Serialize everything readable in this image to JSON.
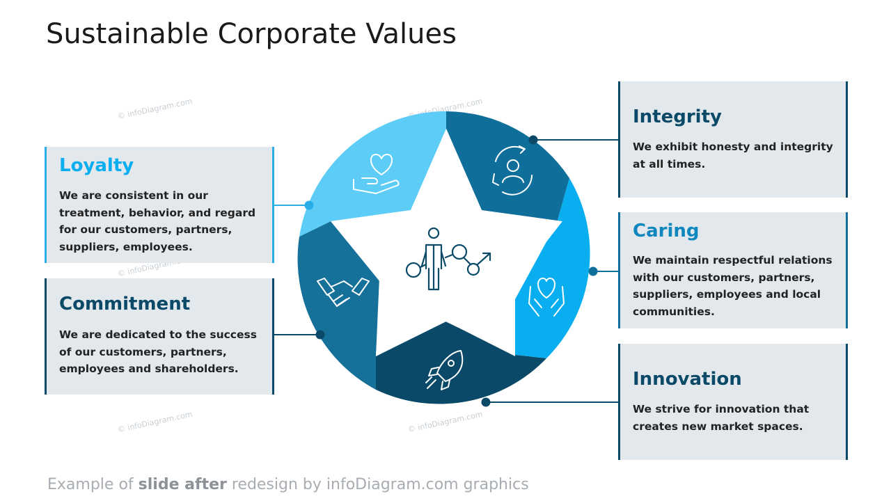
{
  "title": "Sustainable Corporate Values",
  "cards": {
    "loyalty": {
      "title": "Loyalty",
      "text": "We are consistent in our treatment, behavior, and regard for our customers, partners, suppliers, employees."
    },
    "commitment": {
      "title": "Commitment",
      "text": "We are dedicated to the success of our customers, partners, employees and shareholders."
    },
    "integrity": {
      "title": "Integrity",
      "text": "We exhibit honesty and integrity at all times."
    },
    "caring": {
      "title": "Caring",
      "text": "We maintain respectful relations with our customers, partners, suppliers, employees and local communities."
    },
    "innovation": {
      "title": "Innovation",
      "text": "We strive for innovation that creates new market spaces."
    }
  },
  "watermark": "© infoDiagram.com",
  "footer": {
    "prefix": "Example of ",
    "bold": "slide after",
    "suffix": " redesign by infoDiagram.com graphics"
  },
  "colors": {
    "dark": "#0a4a68",
    "mid": "#0f6e9a",
    "light": "#5dcdf8",
    "bright": "#08aef0",
    "card": "#e3e8ec"
  }
}
